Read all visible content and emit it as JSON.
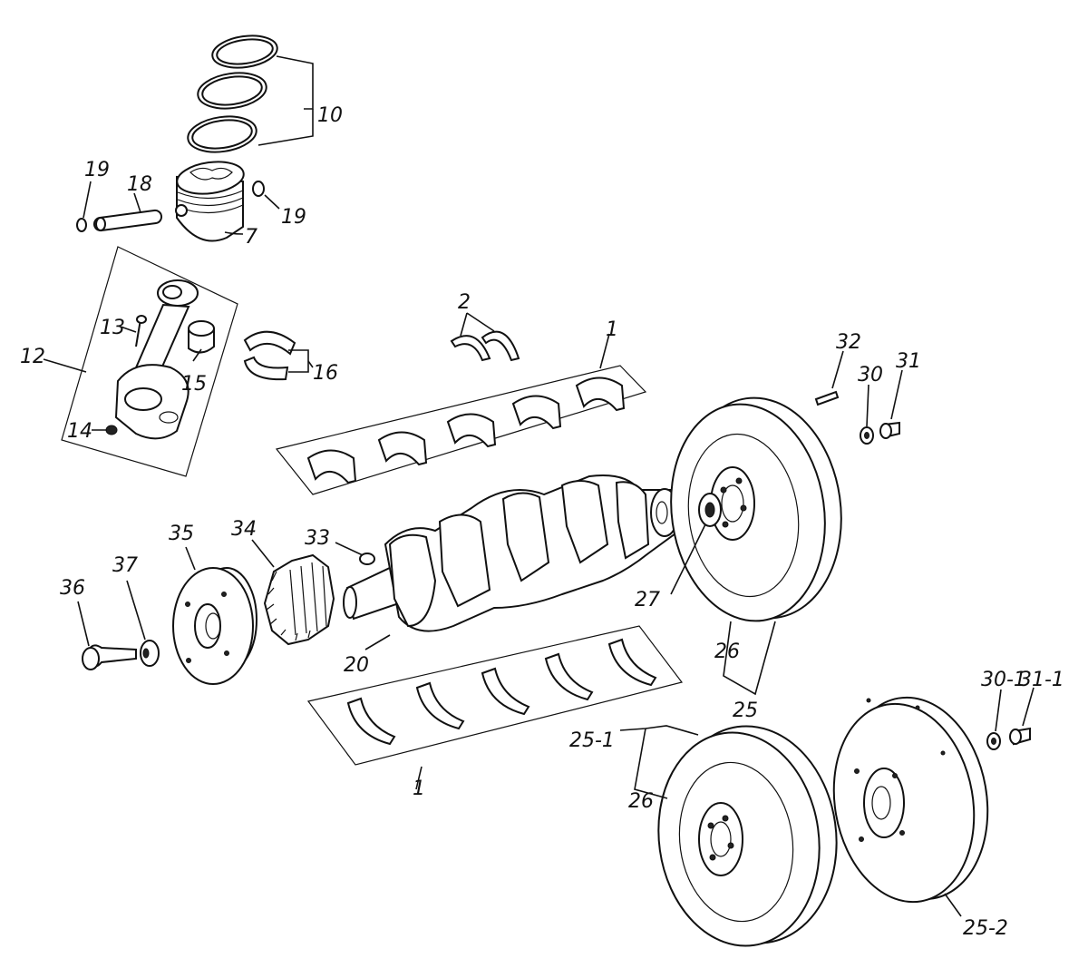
{
  "diagram": {
    "labels": {
      "l1a": "1",
      "l1b": "1",
      "l2": "2",
      "l7": "7",
      "l10": "10",
      "l12": "12",
      "l13": "13",
      "l14": "14",
      "l15": "15",
      "l16": "16",
      "l18": "18",
      "l19a": "19",
      "l19b": "19",
      "l20": "20",
      "l25": "25",
      "l25_1": "25-1",
      "l25_2": "25-2",
      "l26a": "26",
      "l26b": "26",
      "l27": "27",
      "l30": "30",
      "l30_1": "30-1",
      "l31": "31",
      "l31_1": "31-1",
      "l32": "32",
      "l33": "33",
      "l34": "34",
      "l35": "35",
      "l36": "36",
      "l37": "37"
    }
  }
}
